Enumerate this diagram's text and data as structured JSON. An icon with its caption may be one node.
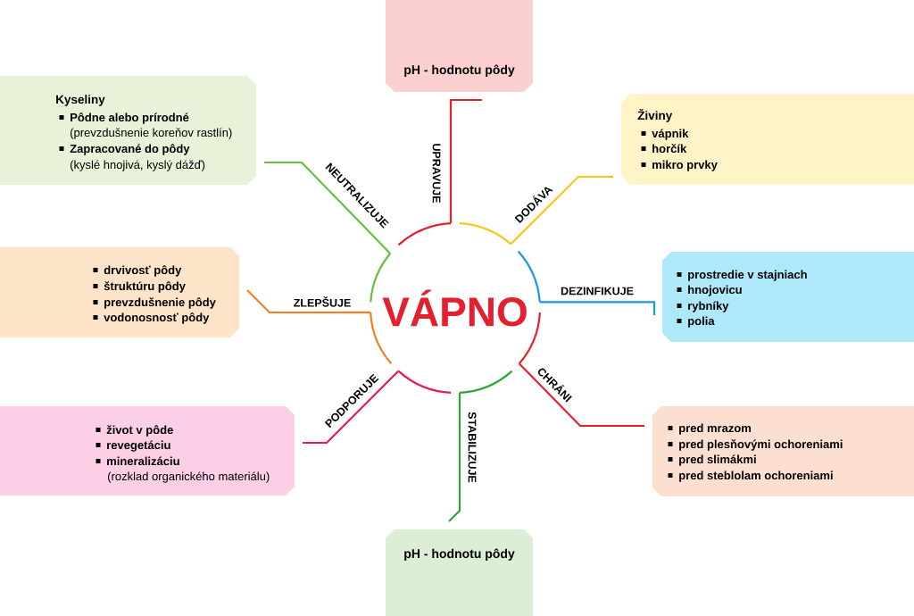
{
  "diagram": {
    "nodes": [
      {
        "text": [
          "VÁPNO"
        ]
      },
      {
        "text": [
          "pH - hodnotu pôdy"
        ]
      },
      {
        "text": [
          "Kyseliny",
          "Pôdne alebo prírodné",
          "(prevzdušnenie koreňov rastlín)",
          "Zapracované do pôdy",
          "(kyslé hnojivá, kyslý dážď)"
        ]
      },
      {
        "text": [
          "Živiny",
          "vápnik",
          "horčík",
          "mikro prvky"
        ]
      },
      {
        "text": [
          "drvivosť pôdy",
          "štruktúru pôdy",
          "prevzdušnenie pôdy",
          "vodonosnosť pôdy"
        ]
      },
      {
        "text": [
          "prostredie v stajniach",
          "hnojovicu",
          "rybníky",
          "polia"
        ]
      },
      {
        "text": [
          "život v pôde",
          "revegetáciu",
          "mineralizáciu",
          "(rozklad organického materiálu)"
        ]
      },
      {
        "text": [
          "pred mrazom",
          "pred plesňovými ochoreniami",
          "pred slimákmi",
          "pred steblolam ochoreniami"
        ]
      },
      {
        "text": [
          "pH - hodnotu pôdy"
        ]
      }
    ],
    "edges": [
      {
        "from": 0,
        "to": 1,
        "arrow": "none",
        "label": "UPRAVUJE",
        "color": "#e5202e"
      },
      {
        "from": 0,
        "to": 2,
        "arrow": "none",
        "label": "NEUTRALIZUJE",
        "color": "#6abf3e"
      },
      {
        "from": 0,
        "to": 3,
        "arrow": "none",
        "label": "DODÁVA",
        "color": "#fcc515"
      },
      {
        "from": 0,
        "to": 4,
        "arrow": "none",
        "label": "ZLEPŠUJE",
        "color": "#f57f20"
      },
      {
        "from": 0,
        "to": 5,
        "arrow": "none",
        "label": "DEZINFIKUJE",
        "color": "#1a96e6"
      },
      {
        "from": 0,
        "to": 6,
        "arrow": "none",
        "label": "PODPORUJE",
        "color": "#e8185a"
      },
      {
        "from": 0,
        "to": 7,
        "arrow": "none",
        "label": "CHRÁNI",
        "color": "#e5202e"
      },
      {
        "from": 0,
        "to": 8,
        "arrow": "none",
        "label": "STABILIZUJE",
        "color": "#2aa538"
      }
    ]
  }
}
